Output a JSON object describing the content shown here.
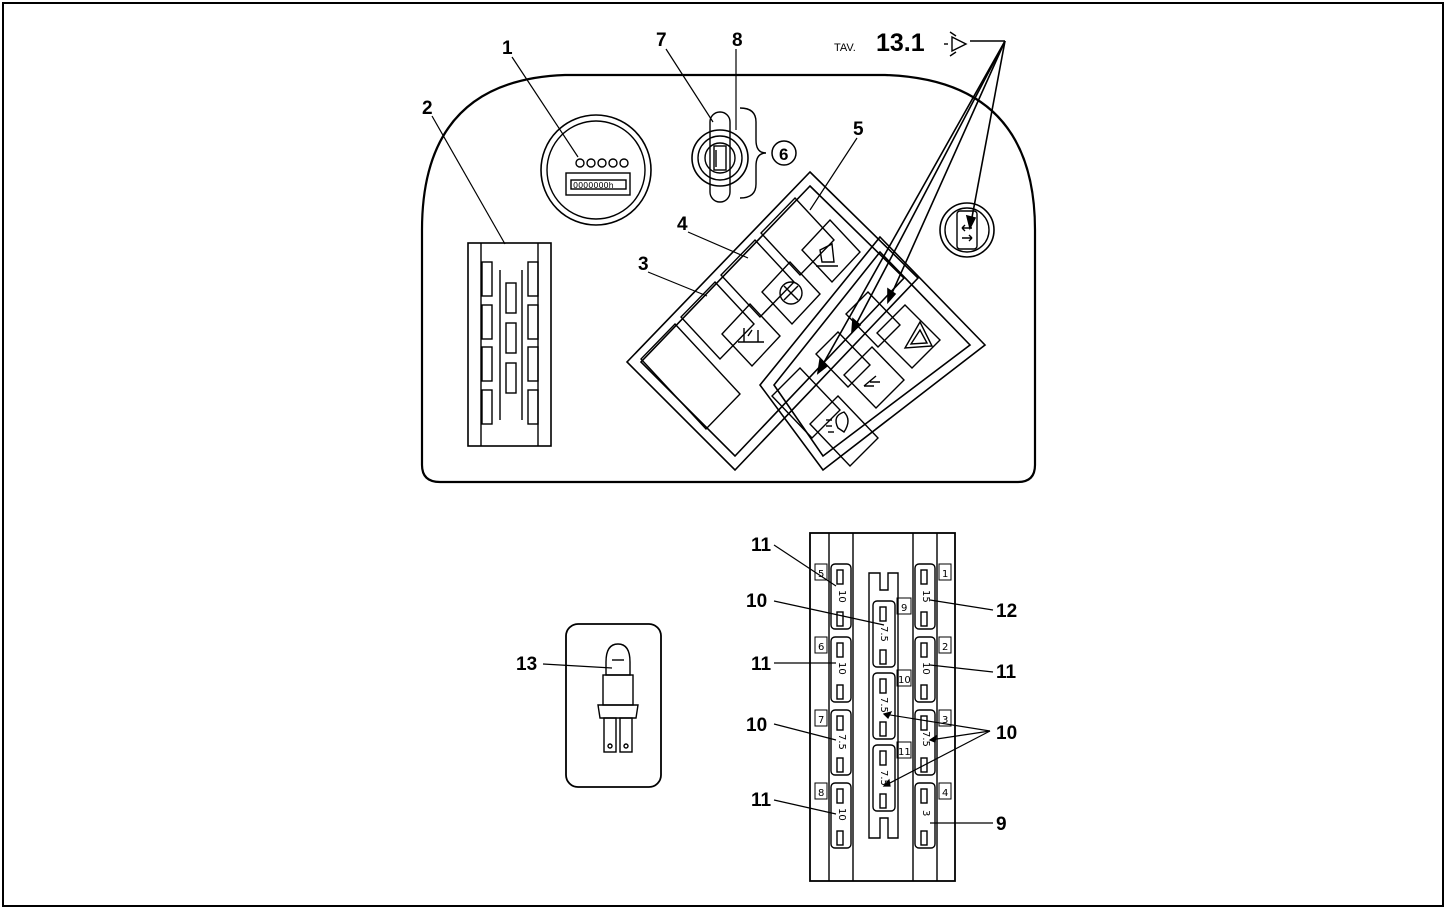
{
  "header": {
    "prefix": "TAV.",
    "number": "13.1"
  },
  "callouts": {
    "c1": "1",
    "c2": "2",
    "c3": "3",
    "c4": "4",
    "c5": "5",
    "c6": "6",
    "c7": "7",
    "c8": "8",
    "c9": "9",
    "c10a": "10",
    "c10b": "10",
    "c10c": "10",
    "c11a": "11",
    "c11b": "11",
    "c11c": "11",
    "c11d": "11",
    "c12": "12",
    "c13": "13"
  },
  "hour_meter": {
    "counter": "0000000h"
  },
  "fuse_slots": {
    "s1": "1",
    "s2": "2",
    "s3": "3",
    "s4": "4",
    "s5": "5",
    "s6": "6",
    "s7": "7",
    "s8": "8",
    "s9": "9",
    "s10": "10",
    "s11": "11"
  },
  "fuse_ratings": {
    "f1": "15",
    "f2": "10",
    "f3": "7.5",
    "f4": "3",
    "f5": "10",
    "f6": "10",
    "f7": "7.5",
    "f8": "10",
    "f9": "7.5",
    "f10": "7.5",
    "f11": "7.5"
  },
  "icons": [
    "horn-icon",
    "beacon-icon",
    "wiper-icon",
    "hazard-icon",
    "turn-signal-icon",
    "headlight-icon",
    "key-switch-icon",
    "turn-indicator-lamp-icon",
    "bulb-icon"
  ]
}
